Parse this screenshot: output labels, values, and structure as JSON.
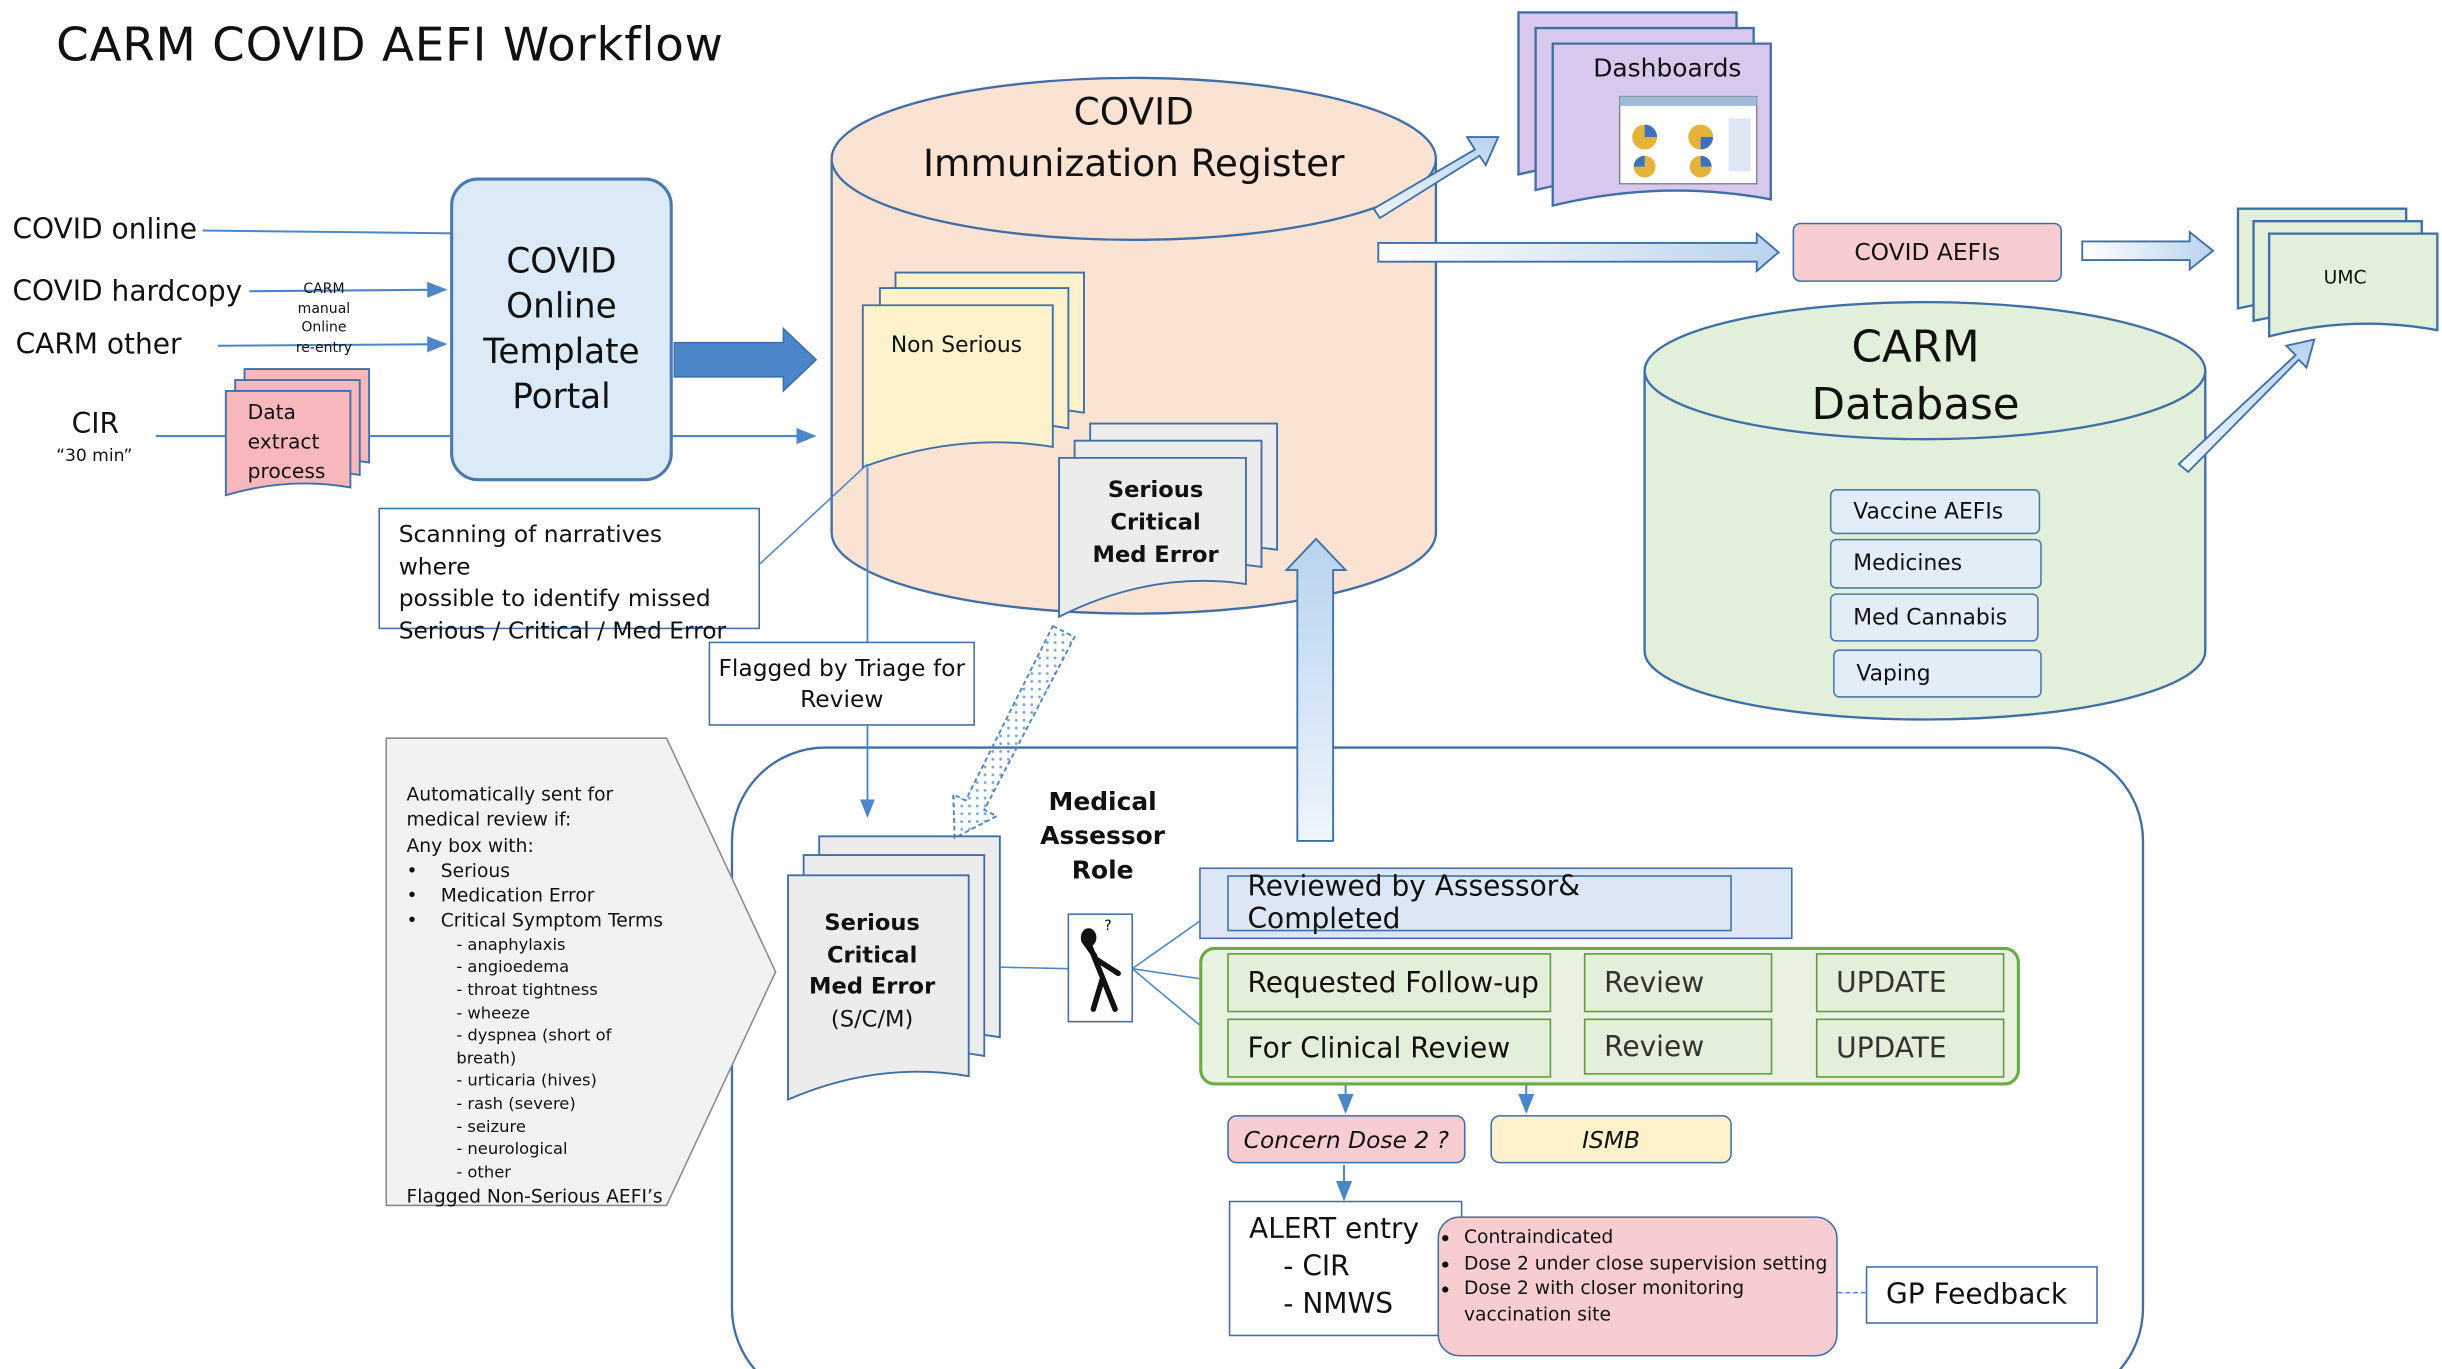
{
  "title": "CARM COVID AEFI Workflow",
  "inputs": {
    "covid_online": "COVID online",
    "covid_hardcopy": "COVID hardcopy",
    "carm_other": "CARM other",
    "cir": "CIR",
    "cir_time": "“30 min”",
    "reentry_note": [
      "CARM",
      "manual",
      "Online",
      "re-entry"
    ],
    "data_extract": [
      "Data",
      "extract",
      "process"
    ]
  },
  "portal": {
    "label": [
      "COVID",
      "Online",
      "Template",
      "Portal"
    ]
  },
  "scanning_note": [
    "Scanning of narratives where",
    "possible to identify missed",
    "Serious / Critical / Med Error"
  ],
  "register": {
    "title": [
      "COVID",
      "Immunization Register"
    ],
    "non_serious": "Non Serious",
    "serious": [
      "Serious",
      "Critical",
      "Med Error"
    ]
  },
  "triage_note": [
    "Flagged by Triage for",
    "Review"
  ],
  "dashboards": "Dashboards",
  "covid_aefis": "COVID AEFIs",
  "umc": "UMC",
  "carm_db": {
    "title": [
      "CARM",
      "Database"
    ],
    "items": [
      "Vaccine AEFIs",
      "Medicines",
      "Med Cannabis",
      "Vaping"
    ]
  },
  "auto_review": {
    "intro": [
      "Automatically sent for",
      "medical review if:",
      "Any box with:"
    ],
    "bullets": [
      "Serious",
      "Medication Error",
      "Critical Symptom Terms"
    ],
    "terms": [
      "- anaphylaxis",
      "- angioedema",
      "- throat tightness",
      "- wheeze",
      "- dyspnea (short of breath)",
      "- urticaria (hives)",
      "- rash (severe)",
      "- seizure",
      "- neurological",
      "- other"
    ],
    "footer": "Flagged Non-Serious AEFI’s"
  },
  "assessor": {
    "role": [
      "Medical",
      "Assessor Role"
    ],
    "scm_doc": [
      "Serious",
      "Critical",
      "Med Error",
      "(S/C/M)"
    ],
    "reviewed": "Reviewed  by Assessor& Completed",
    "followup": "Requested Follow-up",
    "clinical": "For Clinical Review",
    "review1": "Review",
    "review2": "Review",
    "update1": "UPDATE",
    "update2": "UPDATE",
    "concern": "Concern Dose 2 ?",
    "ismb": "ISMB",
    "alert": {
      "title": "ALERT entry",
      "items": [
        "- CIR",
        "- NMWS"
      ]
    },
    "contra": [
      "Contraindicated",
      "Dose 2 under close supervision setting",
      "Dose 2 with closer monitoring vaccination site"
    ],
    "gp": "GP Feedback"
  },
  "colors": {
    "register": "#fbe3d4",
    "carm_db": "#e2efda",
    "portal": "#dce9f7",
    "dashboards": "#d9c8ee",
    "pink": "#f8cdd2",
    "yellow": "#fdf2cc",
    "arrow_blue": "#4a86c8",
    "green_border": "#6aab45"
  }
}
